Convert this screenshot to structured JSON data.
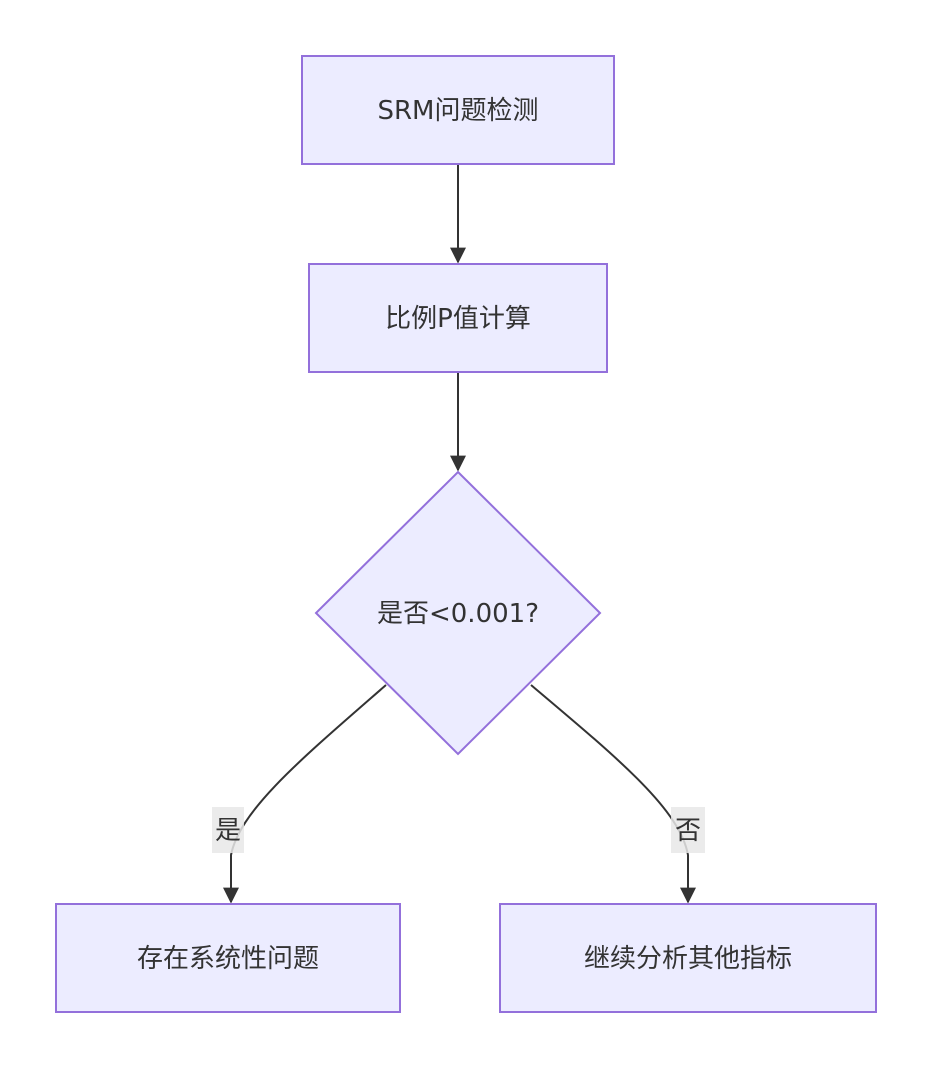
{
  "nodes": {
    "start": {
      "label": "SRM问题检测"
    },
    "calc": {
      "label": "比例P值计算"
    },
    "decision": {
      "label": "是否<0.001?"
    },
    "yes_result": {
      "label": "存在系统性问题"
    },
    "no_result": {
      "label": "继续分析其他指标"
    }
  },
  "edges": {
    "yes": {
      "label": "是"
    },
    "no": {
      "label": "否"
    }
  },
  "colors": {
    "node_fill": "#ececff",
    "node_stroke": "#9370db",
    "line": "#333333",
    "label_bg": "#e8e8e8"
  }
}
